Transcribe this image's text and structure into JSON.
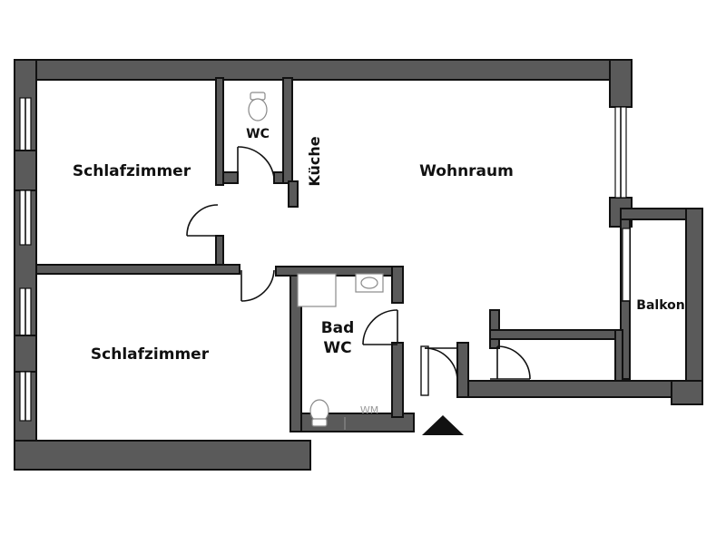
{
  "rooms": {
    "bedroom_top": "Schlafzimmer",
    "wc_small": "WC",
    "kitchen": "Küche",
    "living": "Wohnraum",
    "bedroom_bottom": "Schlafzimmer",
    "bath_line1": "Bad",
    "bath_line2": "WC",
    "balcony": "Balkon",
    "washer": "WM"
  },
  "colors": {
    "wall": "#5a5a5a",
    "outline": "#111111",
    "fixture": "#8a8a8a"
  }
}
